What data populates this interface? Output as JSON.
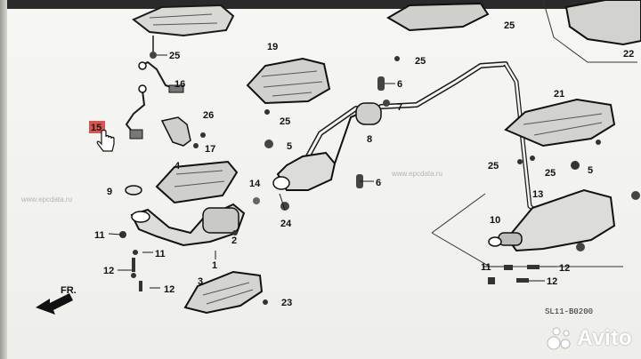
{
  "callouts": [
    "25",
    "16",
    "15",
    "26",
    "17",
    "4",
    "9",
    "14",
    "24",
    "11",
    "11",
    "12",
    "12",
    "3",
    "23",
    "1",
    "2",
    "19",
    "25",
    "5",
    "7",
    "6",
    "8",
    "6",
    "25",
    "25",
    "10",
    "13",
    "21",
    "25",
    "25",
    "5",
    "22",
    "11",
    "12",
    "12"
  ],
  "highlighted_callout": "15",
  "watermarks": [
    "www.epcdata.ru",
    "www.epcdata.ru"
  ],
  "direction_label": "FR.",
  "page_code": "SL11-B0200",
  "brand": {
    "name": "Avito"
  },
  "colors": {
    "paper": "#f2f2ef",
    "ink": "#1a1a1a",
    "highlight": "#d9534f"
  }
}
